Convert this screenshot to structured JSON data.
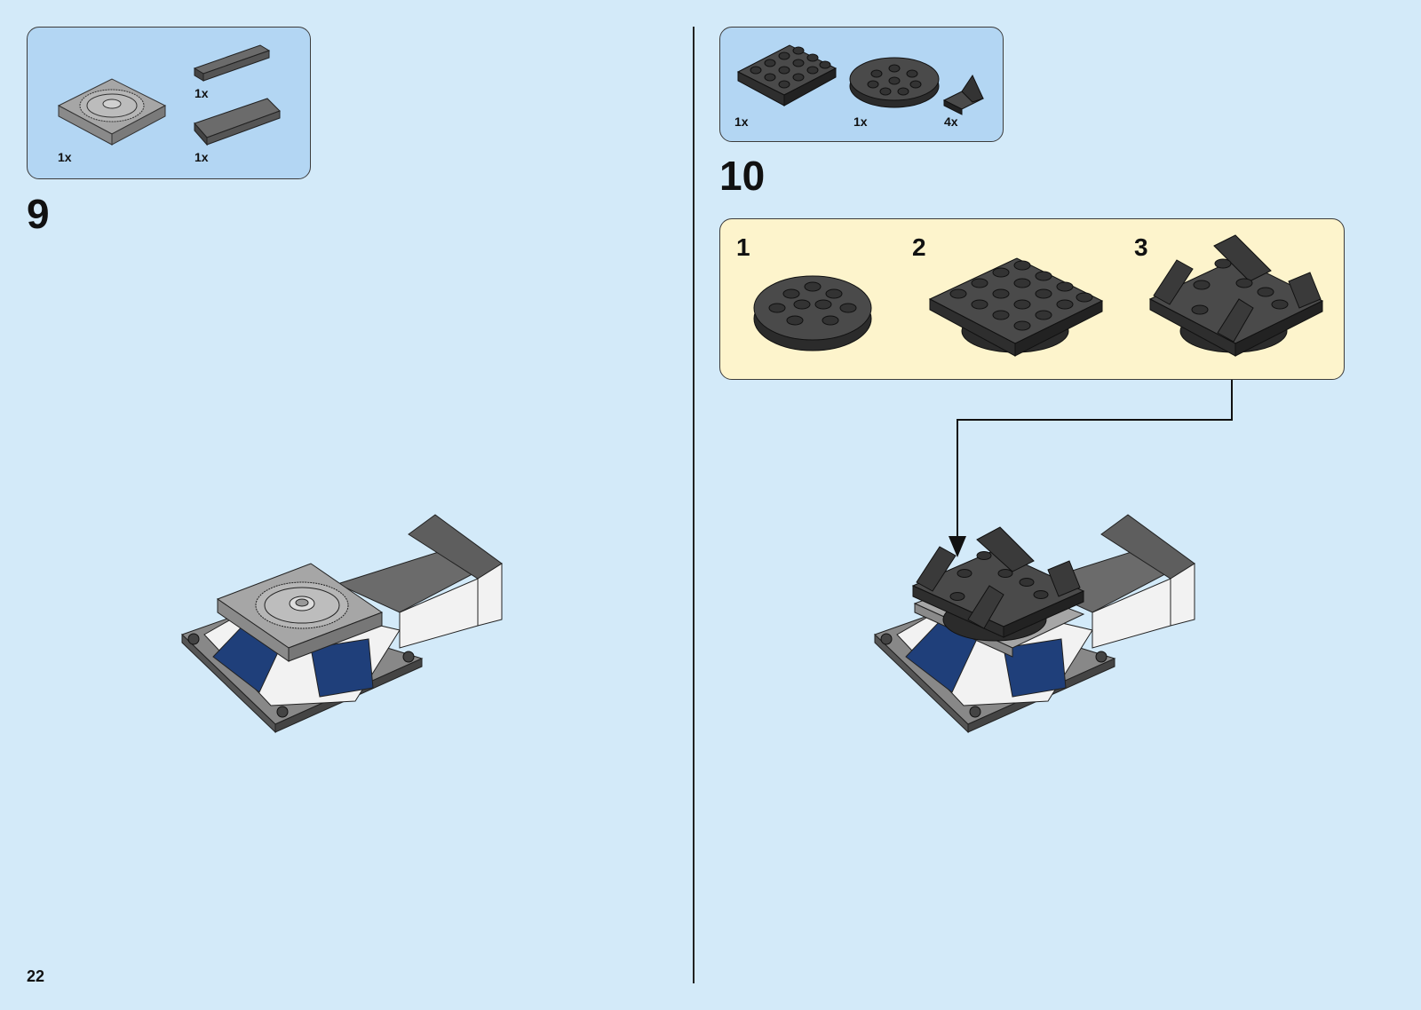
{
  "page": {
    "number": "22"
  },
  "step9": {
    "number": "9",
    "parts": [
      {
        "qty": "1x",
        "icon": "gray-turntable-plate-icon"
      },
      {
        "qty": "1x",
        "icon": "dark-gray-tile-short-icon"
      },
      {
        "qty": "1x",
        "icon": "dark-gray-tile-long-icon"
      }
    ]
  },
  "step10": {
    "number": "10",
    "parts": [
      {
        "qty": "1x",
        "icon": "black-square-plate-icon"
      },
      {
        "qty": "1x",
        "icon": "black-round-plate-icon"
      },
      {
        "qty": "4x",
        "icon": "black-slope-bracket-icon"
      }
    ],
    "substeps": [
      {
        "number": "1",
        "icon": "round-plate-assembly-icon"
      },
      {
        "number": "2",
        "icon": "square-plate-on-round-icon"
      },
      {
        "number": "3",
        "icon": "slopes-on-plate-icon"
      }
    ]
  },
  "colors": {
    "background": "#d3eaf9",
    "parts_box": "#b3d6f3",
    "substep_box": "#fdf4cc",
    "brick_dark": "#3a3a3c",
    "brick_gray": "#9c9c9c",
    "brick_blue": "#1f3f7a"
  }
}
